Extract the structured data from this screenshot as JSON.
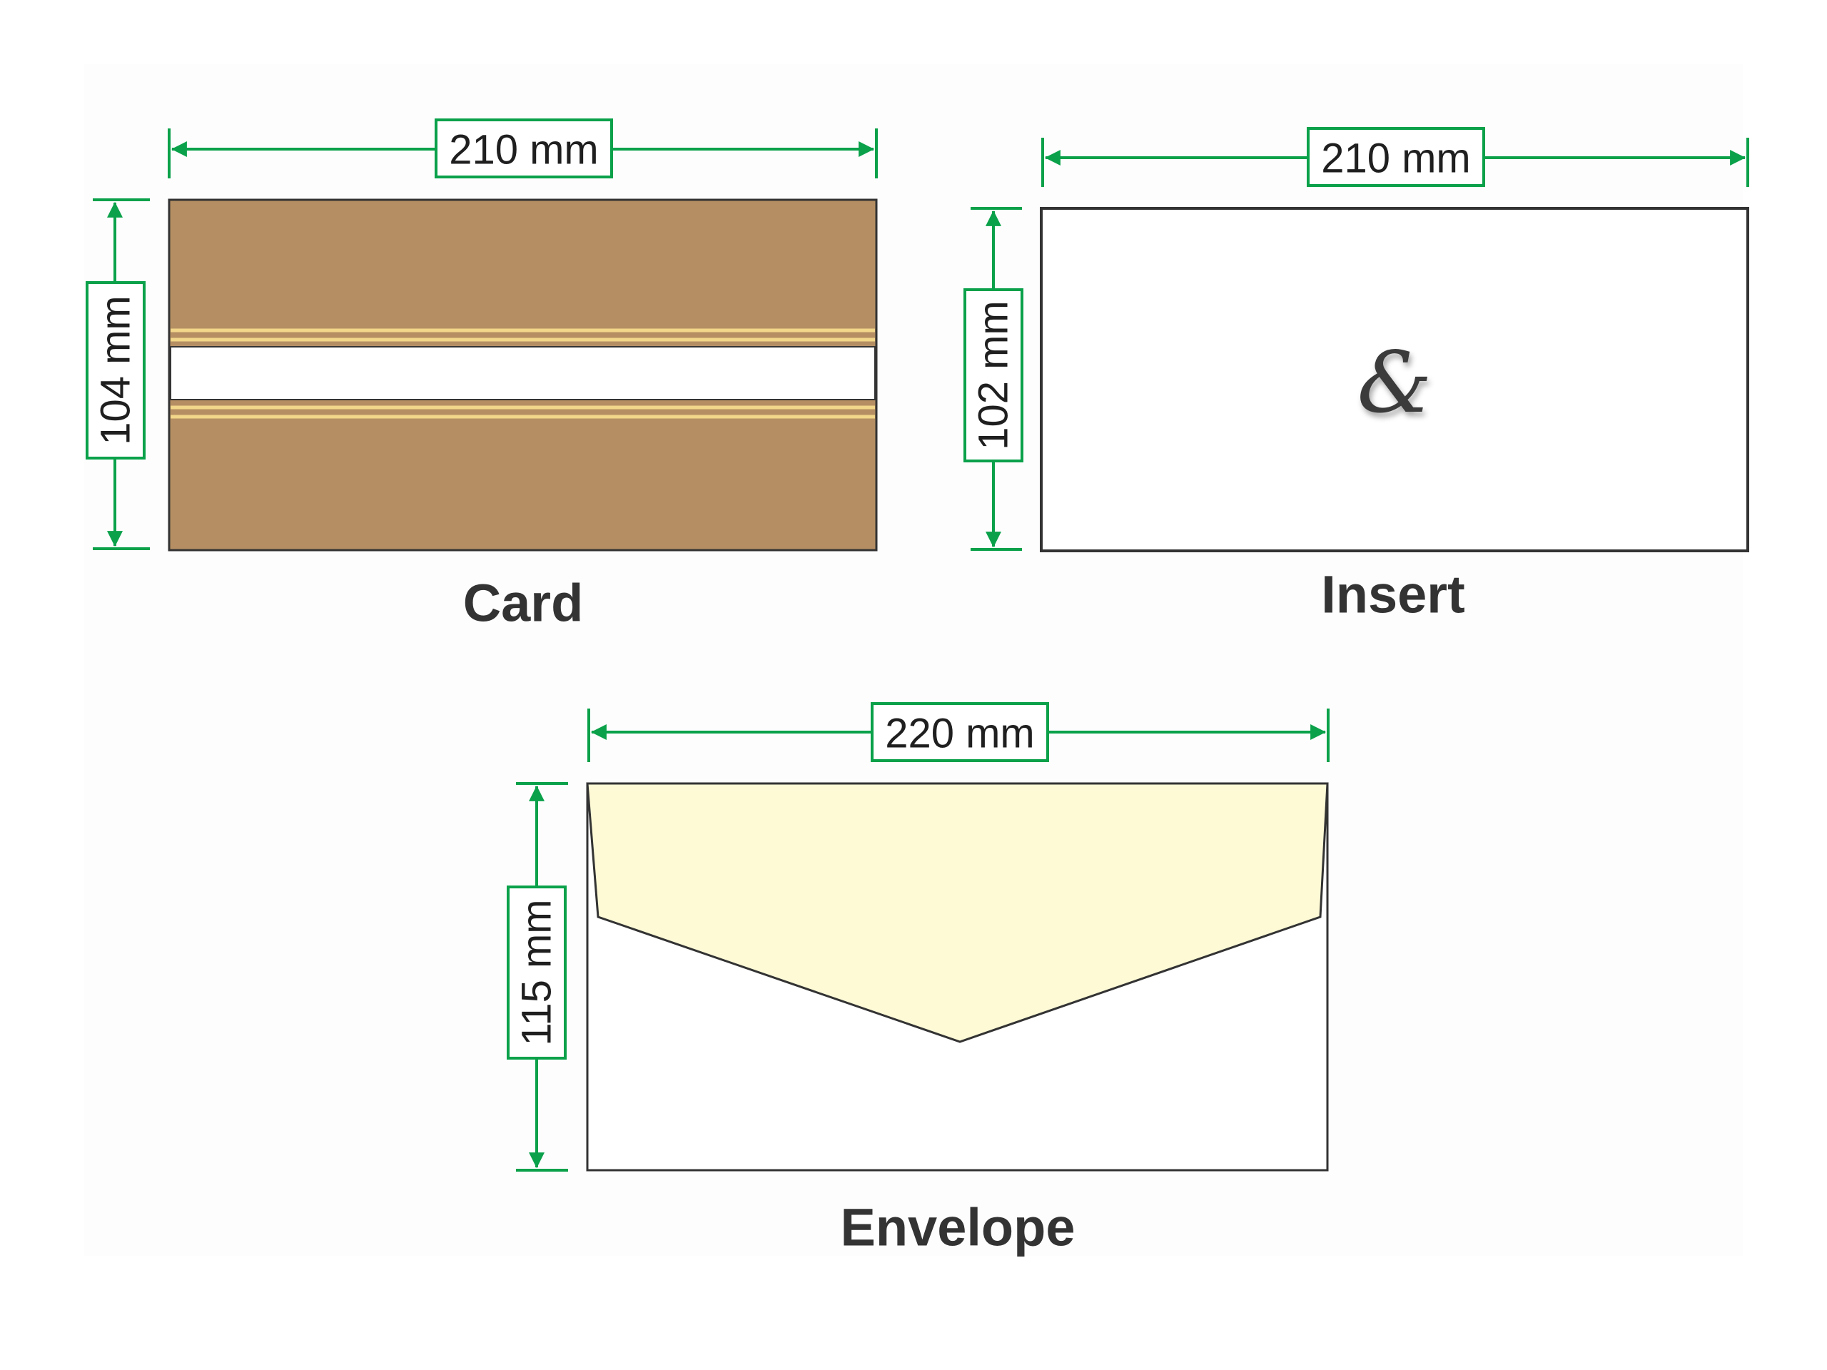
{
  "colors": {
    "dimension_green": "#0aa14a",
    "outline": "#333333",
    "card_fill": "#b58f63",
    "card_stripe": "#f2d68a",
    "card_window": "#ffffff",
    "insert_fill": "#ffffff",
    "envelope_flap": "#fefad6",
    "envelope_body": "#ffffff",
    "background": "#fdfdfd"
  },
  "card": {
    "label": "Card",
    "width_label": "210 mm",
    "height_label": "104 mm"
  },
  "insert": {
    "label": "Insert",
    "width_label": "210 mm",
    "height_label": "102 mm",
    "motif": "&"
  },
  "envelope": {
    "label": "Envelope",
    "width_label": "220 mm",
    "height_label": "115 mm"
  }
}
